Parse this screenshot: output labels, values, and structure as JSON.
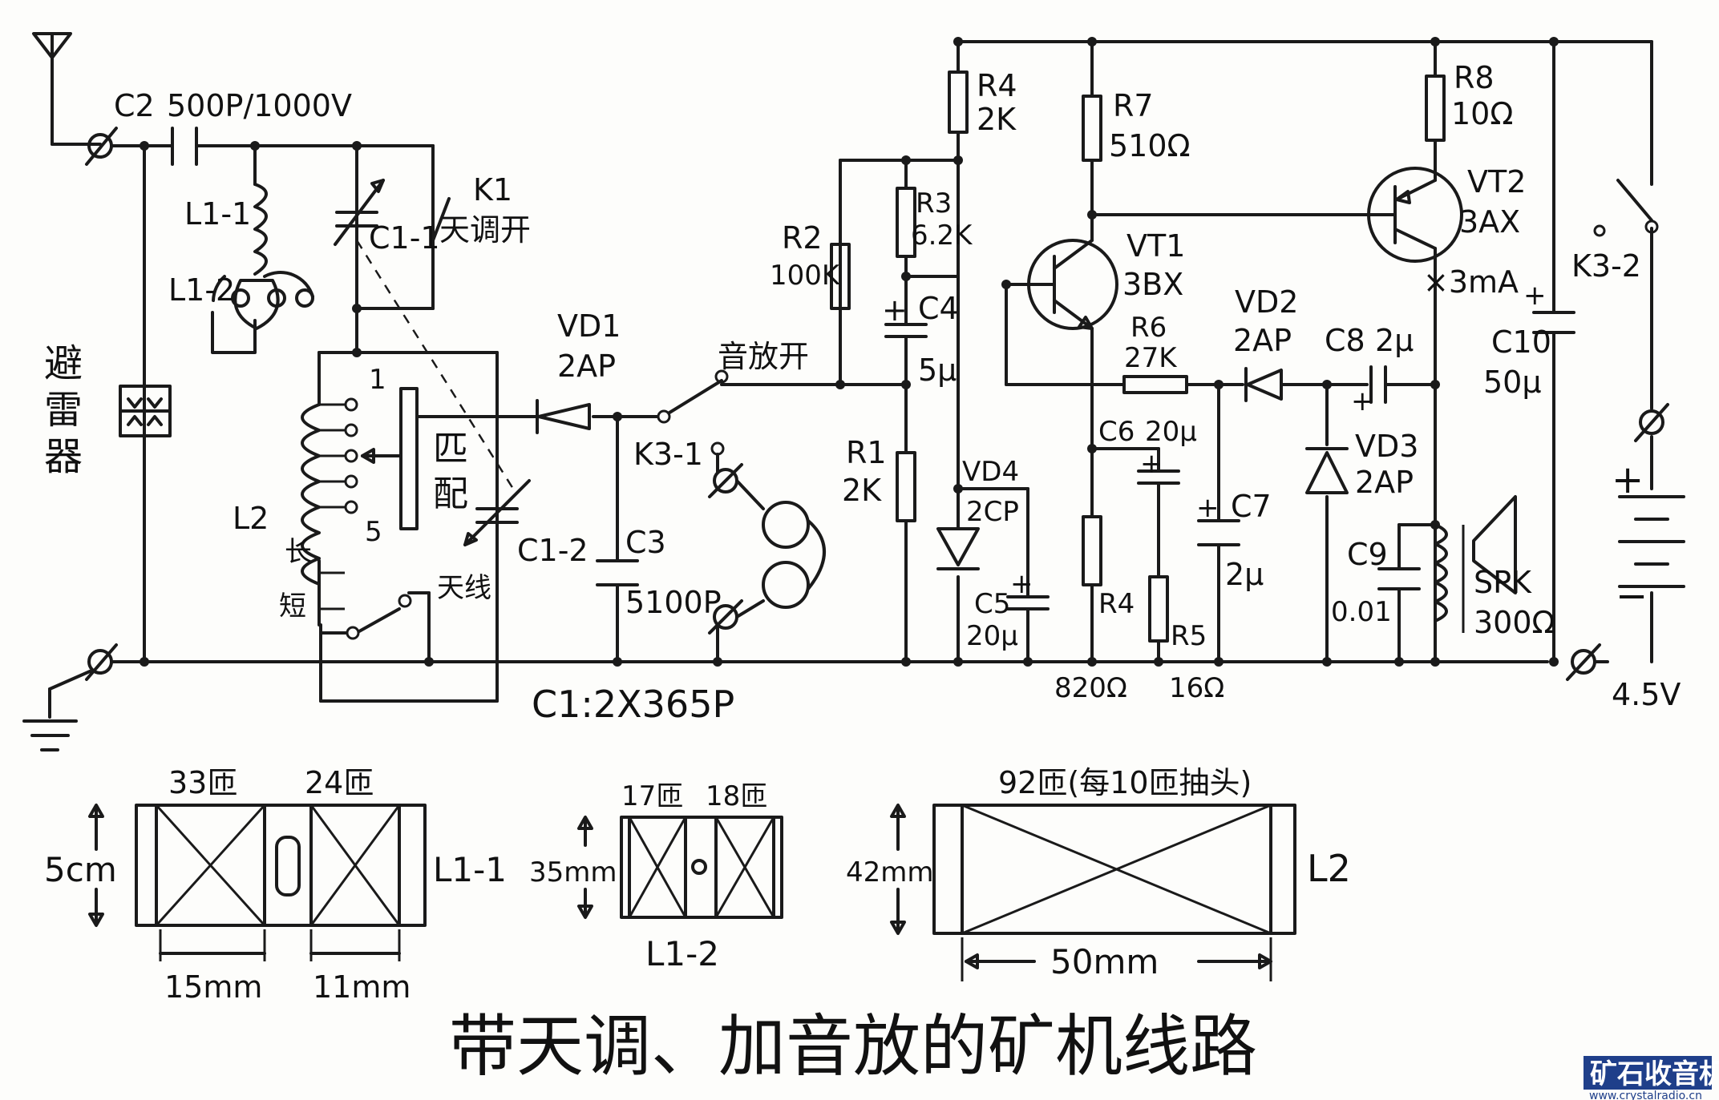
{
  "title": "带天调、加音放的矿机线路",
  "labels": {
    "c2": "C2",
    "c2_val": "500P/1000V",
    "l1_1": "L1-1",
    "l1_2": "L1-2",
    "c1_1": "C1-1",
    "k1": "K1",
    "k1_desc": "天调开",
    "arrester": "避雷器",
    "l2": "L2",
    "tap_first": "1",
    "tap_last": "5",
    "match": "匹配",
    "long": "长",
    "short": "短",
    "antenna_sw": "天线",
    "c1_2": "C1-2",
    "vd1": "VD1",
    "vd1_val": "2AP",
    "amp_sw": "音放开",
    "k3_1": "K3-1",
    "c3": "C3",
    "c3_val": "5100P",
    "c1_spec": "C1:2X365P",
    "r2": "R2",
    "r2_val": "100K",
    "r3": "R3",
    "r3_val": "6.2K",
    "r4_top": "R4",
    "r4_top_val": "2K",
    "c4": "C4",
    "c4_val": "5μ",
    "r1": "R1",
    "r1_val": "2K",
    "vd4": "VD4",
    "vd4_val": "2CP",
    "c5": "C5",
    "c5_val": "20μ",
    "r7": "R7",
    "r7_val": "510Ω",
    "vt1": "VT1",
    "vt1_val": "3BX",
    "r6": "R6",
    "r6_val": "27K",
    "c6": "C6",
    "c6_val": "20μ",
    "r4_bot": "R4",
    "r4_bot_val": "820Ω",
    "r5": "R5",
    "r5_val": "16Ω",
    "c7": "C7",
    "c7_val": "2μ",
    "vd2": "VD2",
    "vd2_val": "2AP",
    "c8": "C8",
    "c8_val": "2μ",
    "vd3": "VD3",
    "vd3_val": "2AP",
    "c9": "C9",
    "c9_val": "0.01",
    "r8": "R8",
    "r8_val": "10Ω",
    "vt2": "VT2",
    "vt2_val": "3AX",
    "current": "×3mA",
    "c10": "C10",
    "c10_val": "50μ",
    "k3_2": "K3-2",
    "spk": "SPK",
    "spk_val": "300Ω",
    "battery": "4.5V",
    "plus": "+",
    "minus": "−"
  },
  "coils": {
    "l1_1": {
      "turns_left": "33匝",
      "turns_right": "24匝",
      "height": "5cm",
      "width_left": "15mm",
      "width_right": "11mm",
      "name": "L1-1"
    },
    "l1_2": {
      "turns_left": "17匝",
      "turns_right": "18匝",
      "height": "35mm",
      "name": "L1-2"
    },
    "l2": {
      "turns": "92匝(每10匝抽头)",
      "height": "42mm",
      "width": "50mm",
      "name": "L2"
    }
  },
  "watermark": {
    "brand": "矿石收音机",
    "url": "www.crystalradio.cn"
  }
}
